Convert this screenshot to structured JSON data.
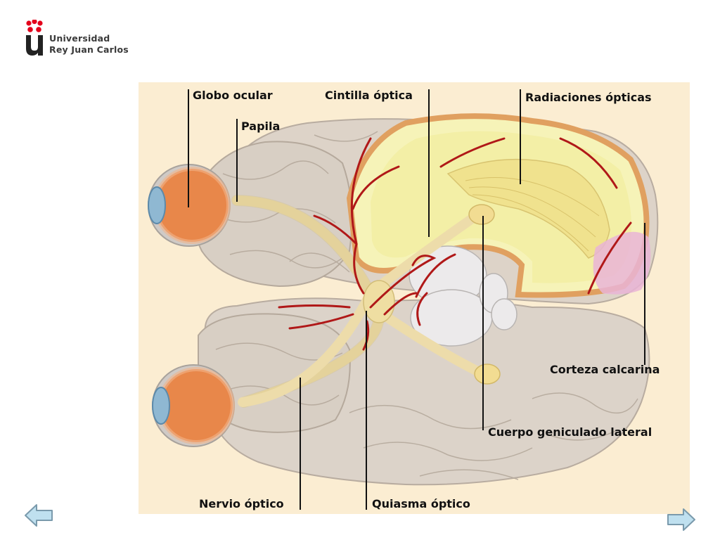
{
  "logo": {
    "line1": "Universidad",
    "line2": "Rey Juan Carlos",
    "brand_color": "#e3001b",
    "text_color": "#3a3a3a"
  },
  "diagram": {
    "labels": {
      "globo_ocular": "Globo ocular",
      "papila": "Papila",
      "cintilla_optica": "Cintilla óptica",
      "radiaciones_opticas": "Radiaciones ópticas",
      "corteza_calcarina": "Corteza calcarina",
      "cuerpo_geniculado_lateral": "Cuerpo geniculado lateral",
      "nervio_optico": "Nervio óptico",
      "quiasma_optico": "Quiasma óptico"
    },
    "colors": {
      "background": "#fbedd2",
      "brain": "#ddd3c8",
      "vessels": "#b01818",
      "eye": "#e8874a",
      "optic_pathway": "#f0dfa0",
      "cortex": "#f6f3b8"
    }
  },
  "navigation": {
    "prev_icon": "arrow-left-icon",
    "next_icon": "arrow-right-icon",
    "arrow_color": "#bfe0ef"
  }
}
